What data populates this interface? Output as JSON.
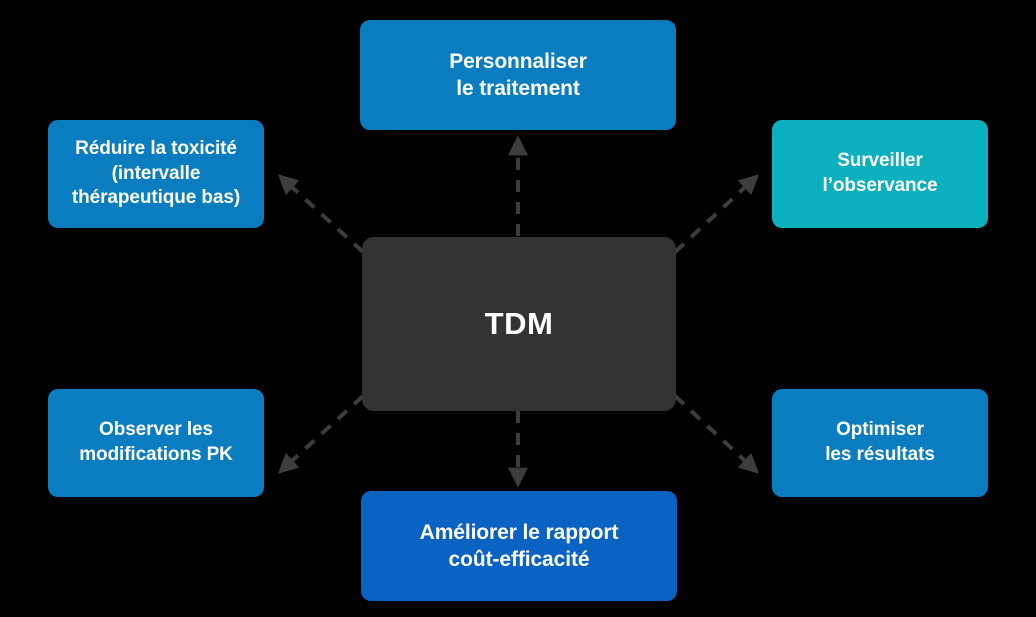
{
  "diagram": {
    "type": "hub-and-spoke",
    "background_color": "#000000",
    "arrow_color": "#3d3d3d",
    "arrow_style": "dashed",
    "center": {
      "id": "center",
      "label": "TDM",
      "color": "#333333"
    },
    "nodes": [
      {
        "id": "top",
        "label": "Personnaliser\nle traitement",
        "color": "#0a7cc0",
        "position": "top"
      },
      {
        "id": "top-left",
        "label": "Réduire la toxicité\n(intervalle\nthérapeutique bas)",
        "color": "#0a7cc0",
        "position": "top-left"
      },
      {
        "id": "top-right",
        "label": "Surveiller\nl’observance",
        "color": "#0ab0bd",
        "position": "top-right"
      },
      {
        "id": "bottom-left",
        "label": "Observer les\nmodifications PK",
        "color": "#0a7cc0",
        "position": "bottom-left"
      },
      {
        "id": "bottom-right",
        "label": "Optimiser\nles résultats",
        "color": "#0a7cc0",
        "position": "bottom-right"
      },
      {
        "id": "bottom",
        "label": "Améliorer le rapport\ncoût-efficacité",
        "color": "#0a62c2",
        "position": "bottom"
      }
    ],
    "connectors": [
      {
        "id": "center-to-top",
        "from": "center",
        "to": "top",
        "style": "dashed",
        "direction": "outward"
      },
      {
        "id": "center-to-top-left",
        "from": "center",
        "to": "top-left",
        "style": "dashed",
        "direction": "outward"
      },
      {
        "id": "center-to-top-right",
        "from": "center",
        "to": "top-right",
        "style": "dashed",
        "direction": "outward"
      },
      {
        "id": "center-to-bottom-left",
        "from": "center",
        "to": "bottom-left",
        "style": "dashed",
        "direction": "outward"
      },
      {
        "id": "center-to-bottom-right",
        "from": "center",
        "to": "bottom-right",
        "style": "dashed",
        "direction": "outward"
      },
      {
        "id": "center-to-bottom",
        "from": "center",
        "to": "bottom",
        "style": "dashed",
        "direction": "outward"
      }
    ]
  }
}
